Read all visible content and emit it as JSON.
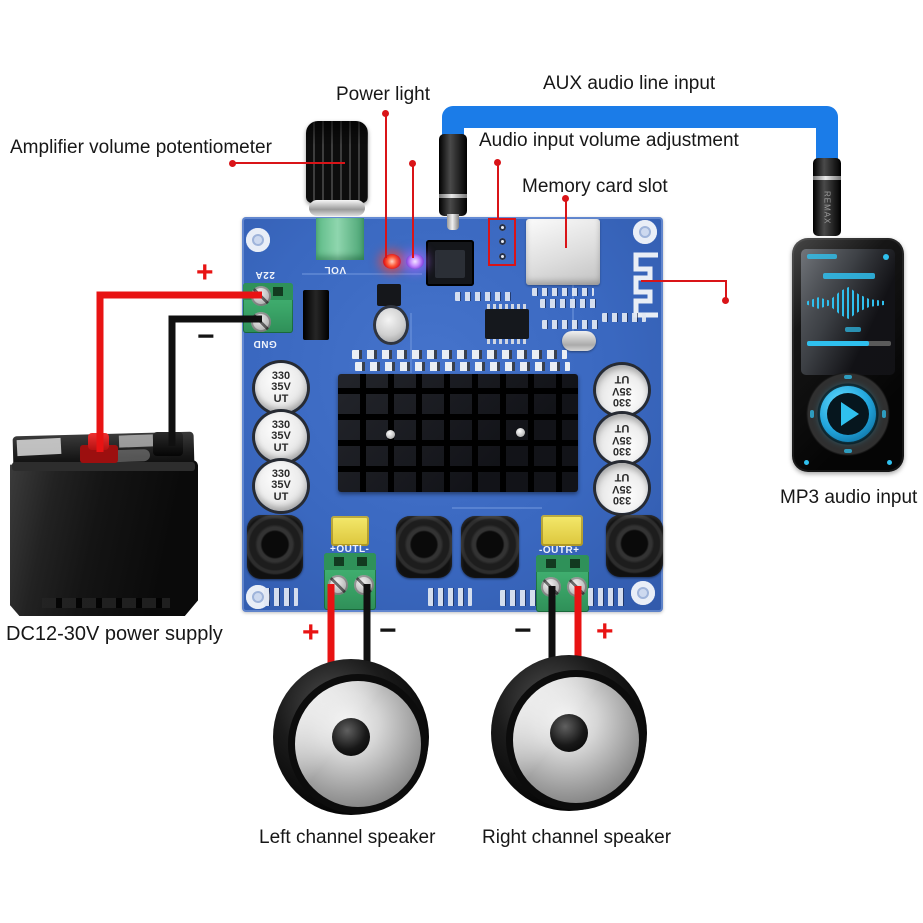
{
  "annotations": {
    "amplifier_volume": "Amplifier volume potentiometer",
    "power_light": "Power light",
    "aux_line": "AUX audio line input",
    "audio_input_volume": "Audio input volume adjustment",
    "memory_card": "Memory card slot",
    "mp3_input": "MP3 audio input",
    "power_supply": "DC12-30V power supply",
    "left_speaker": "Left channel speaker",
    "right_speaker": "Right channel speaker"
  },
  "board": {
    "silkscreen": {
      "volume": "VOL",
      "power_in": "22A",
      "ground": "GND",
      "output_left": "+OUTL-",
      "output_right": "-OUTR+"
    },
    "capacitor": {
      "line1": "330",
      "line2": "35V",
      "line3": "UT"
    }
  },
  "wiring": {
    "battery_plus": "+",
    "battery_minus": "−",
    "left_speaker_plus": "+",
    "left_speaker_minus": "−",
    "right_speaker_minus": "−",
    "right_speaker_plus": "+"
  },
  "mp3_player": {
    "plug_brand": "REMAX"
  },
  "colors": {
    "annotation_line": "#d91418",
    "wire_red": "#e81313",
    "wire_black": "#101010",
    "aux_cable_blue": "#1b7ce8",
    "pcb_blue": "#3a68c0",
    "terminal_green": "#3db36e",
    "player_accent": "#2fc0ee"
  }
}
